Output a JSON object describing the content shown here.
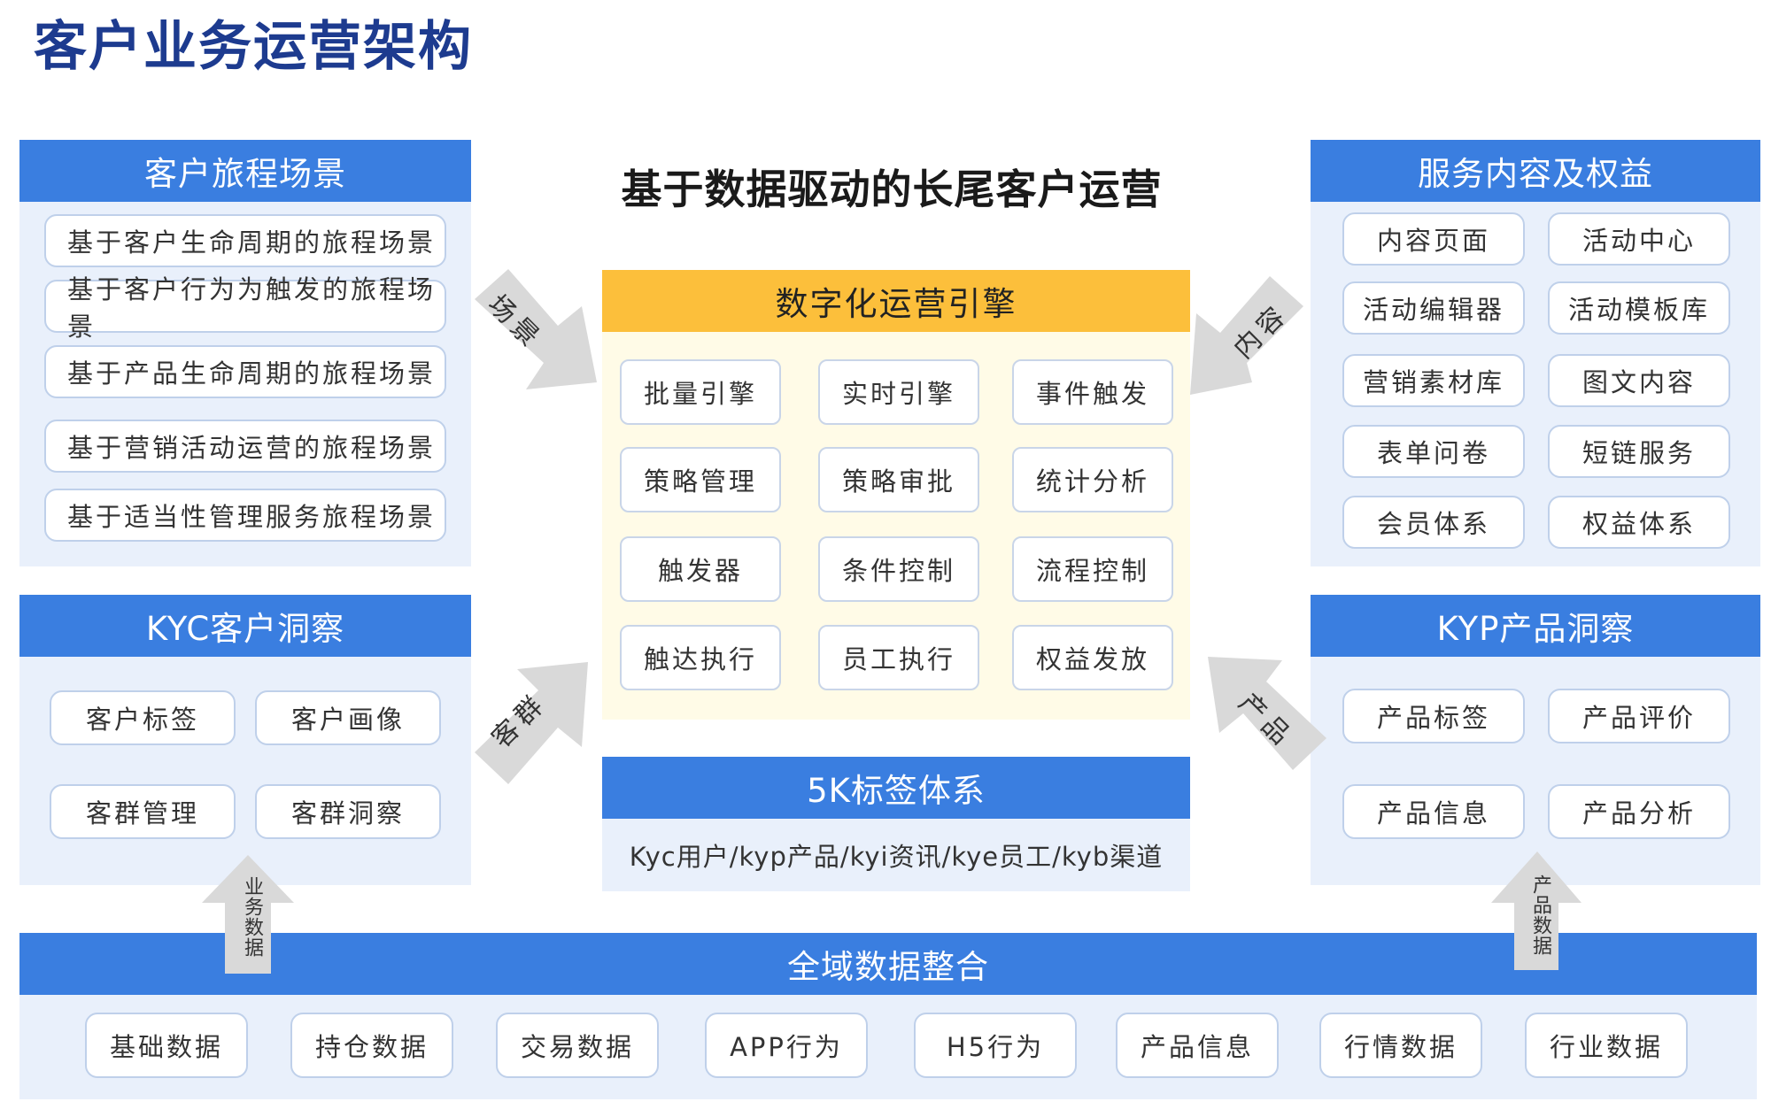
{
  "page_title": "客户业务运营架构",
  "main_title": "基于数据驱动的长尾客户运营",
  "journey": {
    "title": "客户旅程场景",
    "items": [
      "基于客户生命周期的旅程场景",
      "基于客户行为为触发的旅程场景",
      "基于产品生命周期的旅程场景",
      "基于营销活动运营的旅程场景",
      "基于适当性管理服务旅程场景"
    ]
  },
  "kyc": {
    "title": "KYC客户洞察",
    "items": [
      "客户标签",
      "客户画像",
      "客群管理",
      "客群洞察"
    ]
  },
  "service": {
    "title": "服务内容及权益",
    "items": [
      "内容页面",
      "活动中心",
      "活动编辑器",
      "活动模板库",
      "营销素材库",
      "图文内容",
      "表单问卷",
      "短链服务",
      "会员体系",
      "权益体系"
    ]
  },
  "kyp": {
    "title": "KYP产品洞察",
    "items": [
      "产品标签",
      "产品评价",
      "产品信息",
      "产品分析"
    ]
  },
  "engine": {
    "title": "数字化运营引擎",
    "items": [
      "批量引擎",
      "实时引擎",
      "事件触发",
      "策略管理",
      "策略审批",
      "统计分析",
      "触发器",
      "条件控制",
      "流程控制",
      "触达执行",
      "员工执行",
      "权益发放"
    ]
  },
  "tags": {
    "title": "5K标签体系",
    "body": "Kyc用户/kyp产品/kyi资讯/kye员工/kyb渠道"
  },
  "data_integration": {
    "title": "全域数据整合",
    "items": [
      "基础数据",
      "持仓数据",
      "交易数据",
      "APP行为",
      "H5行为",
      "产品信息",
      "行情数据",
      "行业数据"
    ]
  },
  "arrows": {
    "scene": "场景",
    "content": "内容",
    "segment": "客群",
    "product": "产品",
    "business_data": "业务数据",
    "product_data": "产品数据"
  },
  "colors": {
    "blue_header": "#3a7ee0",
    "panel_bg": "#e9f0fb",
    "engine_header": "#fcbf3b",
    "engine_bg": "#fffbe7",
    "title_blue": "#1d3b8f",
    "arrow_gray": "#d9d9d9"
  }
}
